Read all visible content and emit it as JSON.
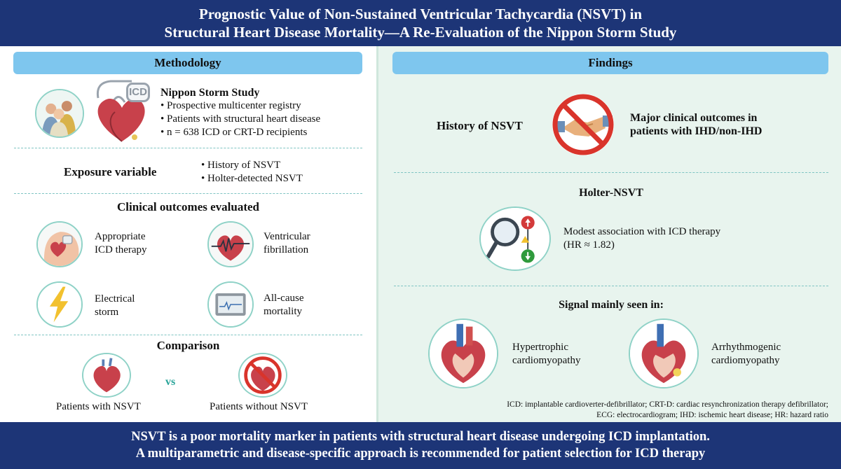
{
  "header": {
    "line1": "Prognostic Value of Non-Sustained Ventricular Tachycardia (NSVT) in",
    "line2": "Structural Heart Disease Mortality—A Re-Evaluation of the Nippon Storm Study"
  },
  "methodology": {
    "title": "Methodology",
    "study": {
      "name": "Nippon Storm Study",
      "bullets": [
        "Prospective multicenter registry",
        "Patients with structural heart disease",
        "n = 638 ICD or CRT-D recipients"
      ],
      "icd_label": "ICD"
    },
    "exposure": {
      "label": "Exposure variable",
      "bullets": [
        "History of NSVT",
        "Holter-detected NSVT"
      ]
    },
    "outcomes": {
      "title": "Clinical outcomes evaluated",
      "items": [
        {
          "line1": "Appropriate",
          "line2": "ICD therapy"
        },
        {
          "line1": "Ventricular",
          "line2": "fibrillation"
        },
        {
          "line1": "Electrical",
          "line2": "storm"
        },
        {
          "line1": "All-cause",
          "line2": "mortality"
        }
      ]
    },
    "comparison": {
      "title": "Comparison",
      "left": "Patients with NSVT",
      "vs": "vs",
      "right": "Patients without NSVT"
    }
  },
  "findings": {
    "title": "Findings",
    "history": {
      "label": "History of NSVT",
      "outcome_line1": "Major clinical outcomes in",
      "outcome_line2": "patients with IHD/non-IHD"
    },
    "holter": {
      "title": "Holter-NSVT",
      "line1": "Modest association with ICD therapy",
      "line2": "(HR ≈ 1.82)"
    },
    "signal": {
      "title": "Signal mainly seen in:",
      "left_line1": "Hypertrophic",
      "left_line2": "cardiomyopathy",
      "right_line1": "Arrhythmogenic",
      "right_line2": "cardiomyopathy"
    },
    "abbreviations": {
      "line1": "ICD: implantable cardioverter-defibrillator; CRT-D: cardiac resynchronization therapy defibrillator;",
      "line2": "ECG: electrocardiogram; IHD: ischemic heart disease; HR: hazard ratio"
    }
  },
  "footer": {
    "line1": "NSVT is a poor mortality marker in patients with structural heart disease undergoing ICD implantation.",
    "line2": "A multiparametric and disease-specific approach is recommended for patient selection for ICD therapy"
  },
  "colors": {
    "navy": "#1d3577",
    "pill": "#7ec6ee",
    "right_panel": "#e8f4ee",
    "dash": "#7fc4c3",
    "heart": "#c8414b",
    "prohibit": "#d9342b",
    "arrow_up": "#d33a3a",
    "arrow_down": "#2f9a3c"
  }
}
